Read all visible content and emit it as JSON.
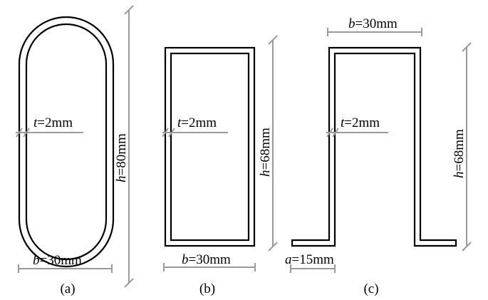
{
  "panels": {
    "a": {
      "caption": "(a)",
      "h_var": "h",
      "h_val": "=80mm",
      "t_var": "t",
      "t_val": "=2mm",
      "b_var": "b",
      "b_val": "=30mm"
    },
    "b": {
      "caption": "(b)",
      "h_var": "h",
      "h_val": "=68mm",
      "t_var": "t",
      "t_val": "=2mm",
      "b_var": "b",
      "b_val": "=30mm"
    },
    "c": {
      "caption": "(c)",
      "h_var": "h",
      "h_val": "=68mm",
      "t_var": "t",
      "t_val": "=2mm",
      "b_var": "b",
      "b_val": "=30mm",
      "a_var": "a",
      "a_val": "=15mm"
    }
  }
}
